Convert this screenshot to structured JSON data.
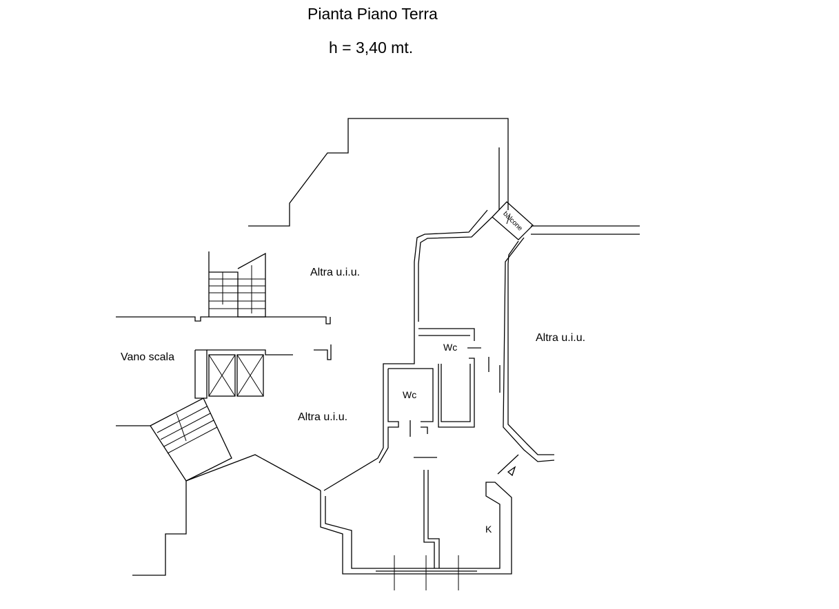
{
  "title": "Pianta Piano Terra",
  "subtitle": "h = 3,40 mt.",
  "rooms": {
    "altra_top": "Altra u.i.u.",
    "altra_right": "Altra u.i.u.",
    "altra_mid": "Altra u.i.u.",
    "vano_scala": "Vano scala",
    "wc_1": "Wc",
    "wc_2": "Wc",
    "kitchen": "K",
    "balcone": "balcone"
  },
  "colors": {
    "line": "#000000",
    "background": "#ffffff"
  }
}
